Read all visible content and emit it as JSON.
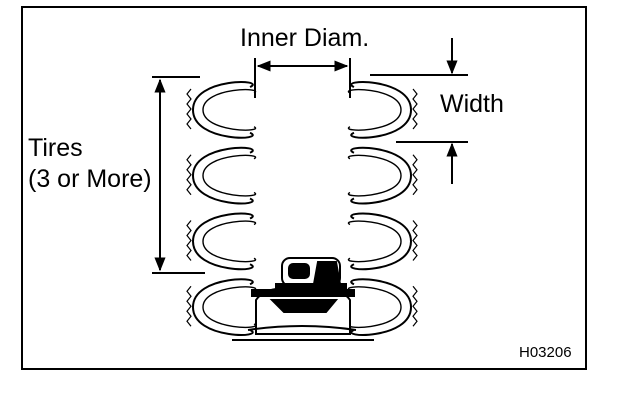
{
  "labels": {
    "inner_diameter": "Inner Diam.",
    "width": "Width",
    "tires_line1": "Tires",
    "tires_line2": "(3 or More)",
    "figure_code": "H03206"
  },
  "stack": {
    "tires_per_side": 4
  },
  "colors": {
    "line": "#000000",
    "background": "#ffffff"
  }
}
